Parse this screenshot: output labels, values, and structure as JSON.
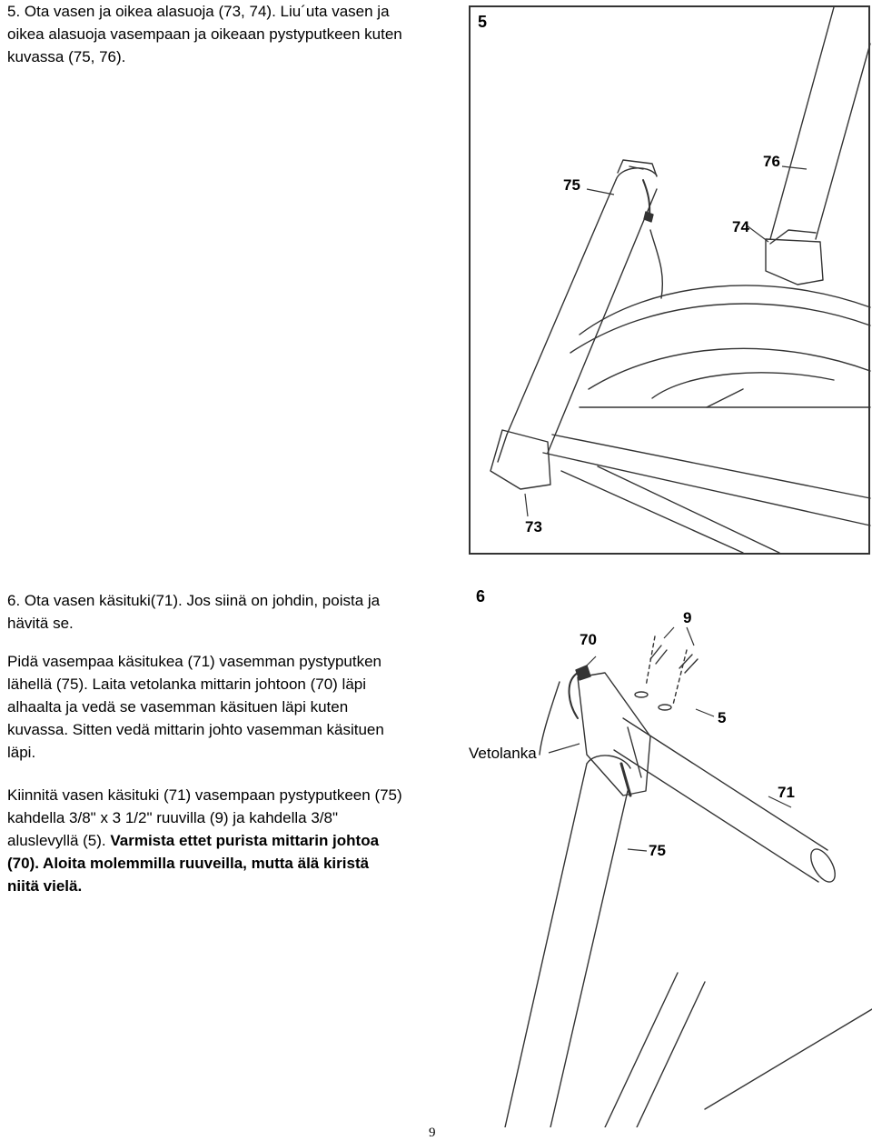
{
  "step5": {
    "line1": "5. Ota vasen ja oikea alasuoja (73, 74). Liu´uta vasen ja",
    "line2": "oikea alasuoja vasempaan ja oikeaan pystyputkeen kuten",
    "line3": "kuvassa (75, 76)."
  },
  "figure5": {
    "number": "5",
    "labels": {
      "c76": "76",
      "c75": "75",
      "c74": "74",
      "c73": "73"
    }
  },
  "step6": {
    "intro1": "6. Ota vasen käsituki(71). Jos siinä on johdin, poista ja",
    "intro2": "hävitä se.",
    "p2_1": "Pidä vasempaa käsitukea (71) vasemman pystyputken",
    "p2_2": "lähellä (75). Laita vetolanka mittarin johtoon (70) läpi",
    "p2_3": "alhaalta ja vedä se vasemman käsituen läpi kuten",
    "p2_4": "kuvassa. Sitten vedä mittarin johto vasemman käsituen",
    "p2_5": "läpi.",
    "p3_1": "Kiinnitä vasen käsituki (71) vasempaan pystyputkeen (75)",
    "p3_2": "kahdella 3/8\" x 3 1/2\" ruuvilla (9) ja kahdella 3/8\"",
    "p3_3a": "aluslevyllä (5). ",
    "p3_3b": "Varmista ettet purista mittarin johtoa",
    "p3_4": "(70). Aloita molemmilla ruuveilla, mutta älä kiristä",
    "p3_5": "niitä vielä."
  },
  "figure6": {
    "number": "6",
    "labels": {
      "c9": "9",
      "c70": "70",
      "c5": "5",
      "vetolanka": "Vetolanka",
      "c71": "71",
      "c75": "75"
    }
  },
  "page_number": "9"
}
